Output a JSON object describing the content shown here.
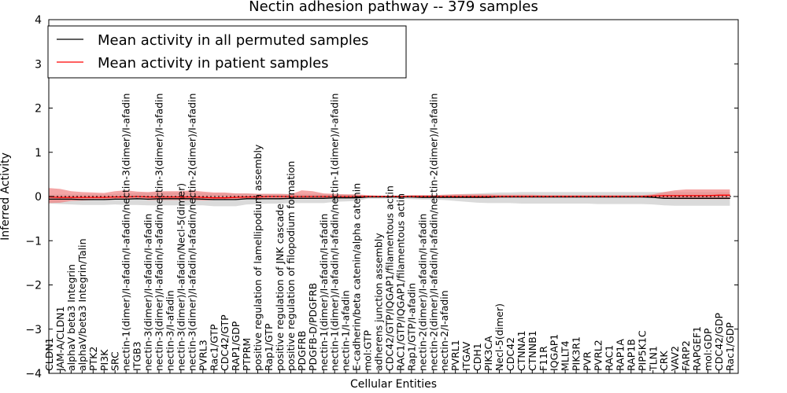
{
  "chart_data": {
    "type": "line",
    "title": "Nectin adhesion pathway -- 379 samples",
    "xlabel": "Cellular Entities",
    "ylabel": "Inferred Activity",
    "ylim": [
      -4,
      4
    ],
    "yticks": [
      -4,
      -3,
      -2,
      -1,
      0,
      1,
      2,
      3,
      4
    ],
    "ytick_labels": [
      "−4",
      "−3",
      "−2",
      "−1",
      "0",
      "1",
      "2",
      "3",
      "4"
    ],
    "grid": false,
    "legend_position": "top-left",
    "categories": [
      "CLDN1",
      "JAM-A/CLDN1",
      "alphaV beta3 Integrin",
      "alphaV/beta3 Integrin/Talin",
      "PTK2",
      "PI3K",
      "SRC",
      "nectin-1(dimer)/I-afadin/I-afadin/nectin-3(dimer)/I-afadin",
      "ITGB3",
      "nectin-3(dimer)/I-afadin/I-afadin",
      "nectin-3(dimer)/I-afadin/I-afadin/nectin-3(dimer)/I-afadin",
      "nectin-3/I-afadin",
      "nectin-3(dimer)/I-afadin/Necl-5(dimer)",
      "nectin-3(dimer)/I-afadin/I-afadin/nectin-2(dimer)/I-afadin",
      "PVRL3",
      "Rac1/GTP",
      "CDC42/GTP",
      "RAP1/GDP",
      "PTPRM",
      "positive regulation of lamellipodium assembly",
      "Rap1/GTP",
      "positive regulation of JNK cascade",
      "positive regulation of filopodium formation",
      "PDGFRB",
      "PDGFB-D/PDGFRB",
      "nectin-1(dimer)/I-afadin/I-afadin",
      "nectin-1(dimer)/I-afadin/I-afadin/nectin-1(dimer)/I-afadin",
      "nectin-1/I-afadin",
      "E-cadherin/beta catenin/alpha catenin",
      "mol:GTP",
      "adherens junction assembly",
      "CDC42/GTP/IQGAP1/filamentous actin",
      "RAC1/GTP/IQGAP1/filamentous actin",
      "Rap1/GTP/I-afadin",
      "nectin-2(dimer)/I-afadin/I-afadin",
      "nectin-2(dimer)/I-afadin/I-afadin/nectin-2(dimer)/I-afadin",
      "nectin-2/I-afadin",
      "PVRL1",
      "ITGAV",
      "CDH1",
      "PIK3CA",
      "Necl-5(dimer)",
      "CDC42",
      "CTNNA1",
      "CTNNB1",
      "F11R",
      "IQGAP1",
      "MLLT4",
      "PIK3R1",
      "PVR",
      "PVRL2",
      "RAC1",
      "RAP1A",
      "RAP1B",
      "PIP5K1C",
      "TLN1",
      "CRK",
      "VAV2",
      "FARP2",
      "RAPGEF1",
      "mol:GDP",
      "CDC42/GDP",
      "Rac1/GDP"
    ],
    "series": [
      {
        "name": "Mean activity in all permuted samples",
        "color": "#000000",
        "band_color": "#bbbbbb",
        "values": [
          -0.06,
          -0.06,
          -0.06,
          -0.07,
          -0.07,
          -0.07,
          -0.06,
          -0.06,
          -0.05,
          -0.06,
          -0.05,
          -0.05,
          -0.05,
          -0.05,
          -0.06,
          -0.07,
          -0.07,
          -0.07,
          -0.05,
          -0.05,
          -0.05,
          -0.05,
          -0.04,
          -0.04,
          -0.04,
          -0.04,
          -0.03,
          -0.03,
          -0.03,
          -0.01,
          -0.01,
          -0.01,
          -0.01,
          -0.01,
          -0.02,
          -0.02,
          -0.02,
          -0.02,
          -0.02,
          -0.02,
          -0.02,
          -0.01,
          -0.01,
          -0.01,
          -0.01,
          -0.01,
          -0.01,
          -0.01,
          -0.01,
          -0.01,
          -0.01,
          -0.01,
          -0.01,
          -0.01,
          -0.01,
          -0.02,
          -0.04,
          -0.04,
          -0.04,
          -0.04,
          -0.04,
          -0.04,
          -0.04
        ],
        "band_lower": [
          -0.16,
          -0.17,
          -0.18,
          -0.19,
          -0.19,
          -0.19,
          -0.18,
          -0.19,
          -0.19,
          -0.2,
          -0.2,
          -0.2,
          -0.2,
          -0.2,
          -0.2,
          -0.22,
          -0.22,
          -0.22,
          -0.18,
          -0.17,
          -0.16,
          -0.16,
          -0.15,
          -0.15,
          -0.15,
          -0.15,
          -0.12,
          -0.11,
          -0.1,
          -0.05,
          -0.05,
          -0.05,
          -0.05,
          -0.06,
          -0.07,
          -0.07,
          -0.08,
          -0.1,
          -0.12,
          -0.14,
          -0.15,
          -0.15,
          -0.15,
          -0.16,
          -0.16,
          -0.16,
          -0.16,
          -0.16,
          -0.16,
          -0.16,
          -0.17,
          -0.17,
          -0.17,
          -0.17,
          -0.17,
          -0.18,
          -0.2,
          -0.21,
          -0.21,
          -0.21,
          -0.21,
          -0.21,
          -0.21
        ],
        "band_upper": [
          0.04,
          0.05,
          0.05,
          0.05,
          0.05,
          0.05,
          0.06,
          0.07,
          0.08,
          0.08,
          0.09,
          0.09,
          0.09,
          0.09,
          0.08,
          0.07,
          0.07,
          0.07,
          0.07,
          0.06,
          0.06,
          0.06,
          0.06,
          0.06,
          0.06,
          0.06,
          0.05,
          0.05,
          0.04,
          0.02,
          0.02,
          0.02,
          0.02,
          0.03,
          0.03,
          0.03,
          0.04,
          0.05,
          0.06,
          0.07,
          0.08,
          0.09,
          0.09,
          0.1,
          0.1,
          0.1,
          0.1,
          0.1,
          0.1,
          0.1,
          0.1,
          0.1,
          0.1,
          0.1,
          0.1,
          0.1,
          0.1,
          0.1,
          0.1,
          0.1,
          0.1,
          0.1,
          0.1
        ]
      },
      {
        "name": "Mean activity in patient samples",
        "color": "#ff0000",
        "band_color": "#f08080",
        "values": [
          -0.01,
          -0.02,
          -0.02,
          -0.02,
          -0.02,
          -0.02,
          -0.01,
          -0.01,
          0,
          -0.01,
          -0.01,
          -0.01,
          -0.01,
          -0.01,
          -0.02,
          -0.03,
          -0.03,
          -0.02,
          -0.01,
          -0.01,
          0,
          0,
          0,
          0,
          0,
          0,
          0,
          0,
          0,
          0,
          0,
          0,
          0,
          0,
          0,
          0,
          0,
          0,
          0,
          0,
          0,
          0,
          0,
          0,
          0,
          0,
          0,
          0,
          0,
          0,
          0,
          0,
          0,
          0,
          0,
          0.01,
          0.02,
          0.02,
          0.02,
          0.02,
          0.02,
          0.03,
          0.03
        ],
        "band_lower": [
          -0.15,
          -0.14,
          -0.1,
          -0.09,
          -0.08,
          -0.08,
          -0.07,
          -0.07,
          -0.03,
          -0.08,
          -0.08,
          -0.08,
          -0.08,
          -0.08,
          -0.09,
          -0.08,
          -0.08,
          -0.07,
          -0.06,
          -0.05,
          -0.05,
          -0.05,
          -0.04,
          -0.04,
          -0.04,
          -0.04,
          -0.03,
          -0.03,
          -0.03,
          -0.01,
          -0.01,
          -0.01,
          -0.01,
          -0.01,
          -0.02,
          -0.02,
          -0.02,
          -0.02,
          -0.03,
          -0.03,
          -0.03,
          -0.02,
          -0.02,
          -0.02,
          -0.02,
          -0.02,
          -0.02,
          -0.02,
          -0.02,
          -0.02,
          -0.02,
          -0.02,
          -0.02,
          -0.02,
          -0.02,
          -0.03,
          -0.05,
          -0.06,
          -0.06,
          -0.06,
          -0.06,
          -0.06,
          -0.06
        ],
        "band_upper": [
          0.19,
          0.17,
          0.12,
          0.1,
          0.09,
          0.08,
          0.12,
          0.14,
          0.11,
          0.1,
          0.12,
          0.12,
          0.12,
          0.14,
          0.11,
          0.09,
          0.09,
          0.07,
          0.07,
          0.06,
          0.06,
          0.06,
          0.05,
          0.14,
          0.12,
          0.07,
          0.06,
          0.05,
          0.05,
          0.03,
          0.02,
          0.02,
          0.02,
          0.03,
          0.03,
          0.03,
          0.04,
          0.05,
          0.05,
          0.05,
          0.05,
          0.04,
          0.04,
          0.04,
          0.04,
          0.03,
          0.03,
          0.03,
          0.03,
          0.03,
          0.03,
          0.03,
          0.03,
          0.03,
          0.03,
          0.05,
          0.1,
          0.14,
          0.16,
          0.16,
          0.16,
          0.16,
          0.16
        ]
      }
    ]
  }
}
